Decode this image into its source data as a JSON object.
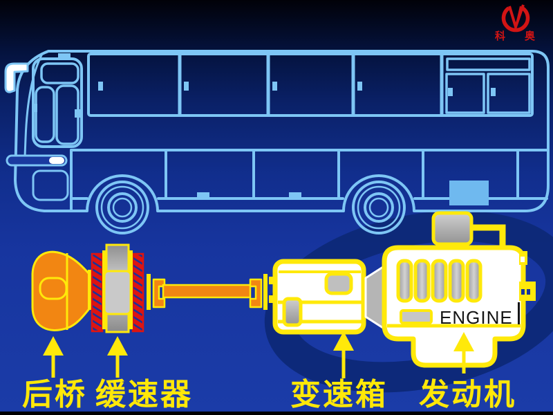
{
  "logo": {
    "emblem_icon": "keao-emblem-icon",
    "char_left": "科",
    "char_right": "奥",
    "color": "#d21414"
  },
  "diagram": {
    "engine_badge_text": "ENGINE",
    "labels": {
      "rear_axle": "后桥",
      "retarder": "缓速器",
      "gearbox": "变速箱",
      "engine": "发动机"
    },
    "colors": {
      "background_top": "#010108",
      "background_bottom": "#1b3ca8",
      "bus_outline": "#7ec6f5",
      "accent_yellow": "#ffe90a",
      "orange": "#f28612",
      "retarder_red": "#dd1512",
      "metal_gray": "#b4b4b4",
      "label_yellow": "#ffe808",
      "logo_red": "#d21414"
    }
  }
}
